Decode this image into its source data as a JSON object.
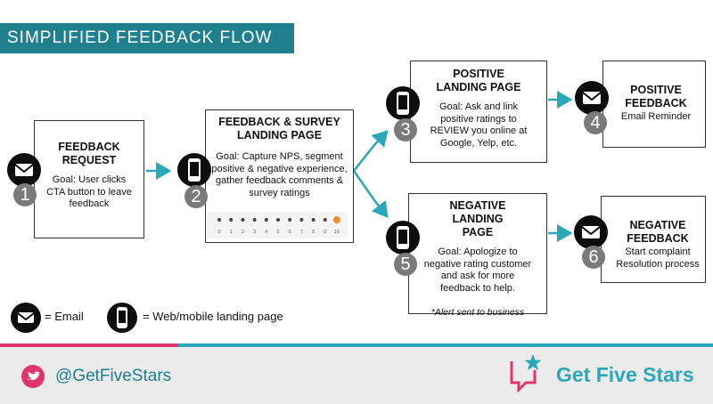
{
  "title": "SIMPLIFIED  FEEDBACK FLOW",
  "colors": {
    "teal": "#1f7f8e",
    "accent_teal": "#2aa7b8",
    "pink": "#e2336b",
    "gray": "#7a7a7a"
  },
  "steps": [
    {
      "number": "1",
      "icon": "email-icon",
      "heading": "FEEDBACK REQUEST",
      "goal": "Goal: User clicks CTA button to leave feedback"
    },
    {
      "number": "2",
      "icon": "phone-icon",
      "heading": "FEEDBACK & SURVEY LANDING PAGE",
      "goal": "Goal: Capture NPS, segment positive & negative experience, gather feedback comments & survey ratings",
      "scale_labels": [
        "0",
        "1",
        "2",
        "3",
        "4",
        "5",
        "6",
        "7",
        "8",
        "9",
        "10"
      ]
    },
    {
      "number": "3",
      "icon": "phone-icon",
      "heading": "POSITIVE LANDING PAGE",
      "goal": "Goal: Ask and link positive ratings to REVIEW you online at Google, Yelp, etc."
    },
    {
      "number": "4",
      "icon": "email-icon",
      "heading": "POSITIVE FEEDBACK",
      "goal": "Email Reminder"
    },
    {
      "number": "5",
      "icon": "phone-icon",
      "heading": "NEGATIVE LANDING PAGE",
      "goal": "Goal: Apologize to negative rating customer and ask for more feedback to help.",
      "note": "*Alert sent to business"
    },
    {
      "number": "6",
      "icon": "email-icon",
      "heading": "NEGATIVE FEEDBACK",
      "goal": "Start complaint Resolution process"
    }
  ],
  "legend": {
    "email": "= Email",
    "web": "=  Web/mobile landing page"
  },
  "footer": {
    "twitter": "@GetFiveStars",
    "brand": "Get Five Stars"
  }
}
